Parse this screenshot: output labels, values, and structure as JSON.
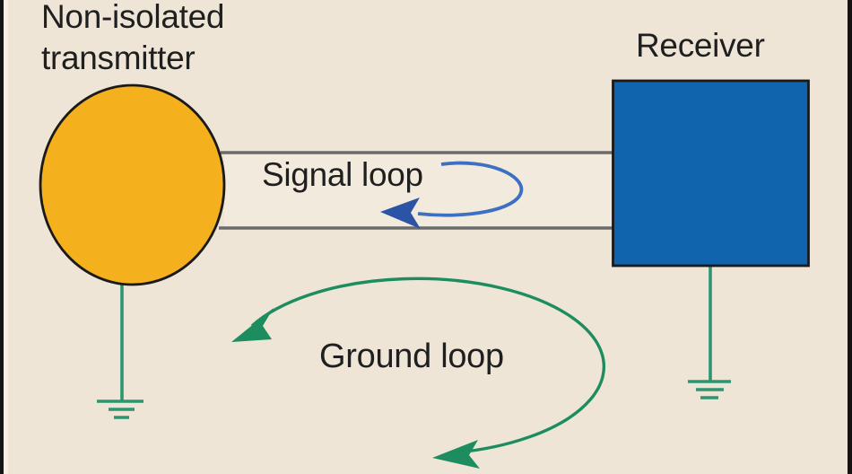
{
  "figure": {
    "type": "schematic-diagram",
    "description": "Ground loop between a non-isolated transmitter and a receiver",
    "labels": {
      "transmitter_line1": "Non-isolated",
      "transmitter_line2": "transmitter",
      "receiver": "Receiver",
      "signal_loop": "Signal loop",
      "ground_loop": "Ground loop"
    },
    "colors": {
      "background": "#EEE5D7",
      "transmitter_fill": "#F5B01E",
      "receiver_fill": "#1063AD",
      "outline": "#1A1A1A",
      "wire_gray": "#6B6B6B",
      "ground_green": "#1D8C5F",
      "signal_blue": "#3D6FC2",
      "text": "#1F1F1F"
    }
  }
}
